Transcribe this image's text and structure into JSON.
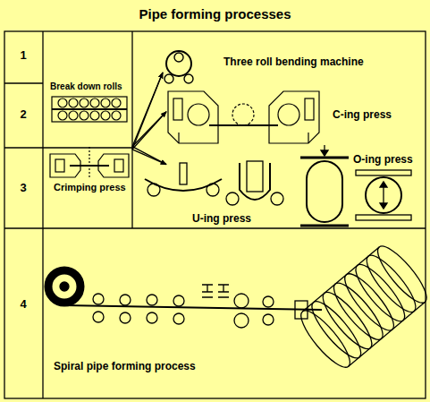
{
  "diagram": {
    "title": "Pipe forming processes",
    "nodes": [
      {
        "text": [
          "Break down rolls"
        ]
      },
      {
        "text": [
          "Three roll bending machine"
        ]
      },
      {
        "text": [
          "C-ing press"
        ]
      },
      {
        "text": [
          "Crimping press"
        ]
      },
      {
        "text": [
          "U-ing press"
        ]
      },
      {
        "text": [
          "O-ing press"
        ]
      },
      {
        "text": [
          "Spiral pipe forming process"
        ]
      }
    ],
    "edges": [
      {
        "from": 0,
        "to": 1,
        "arrow": "to"
      },
      {
        "from": 0,
        "to": 2,
        "arrow": "to"
      },
      {
        "from": 0,
        "to": 4,
        "arrow": "to"
      },
      {
        "from": 3,
        "to": 1,
        "arrow": "to"
      },
      {
        "from": 3,
        "to": 2,
        "arrow": "to"
      },
      {
        "from": 3,
        "to": 4,
        "arrow": "to"
      }
    ],
    "labels": [
      "1",
      "2",
      "3",
      "4"
    ]
  }
}
